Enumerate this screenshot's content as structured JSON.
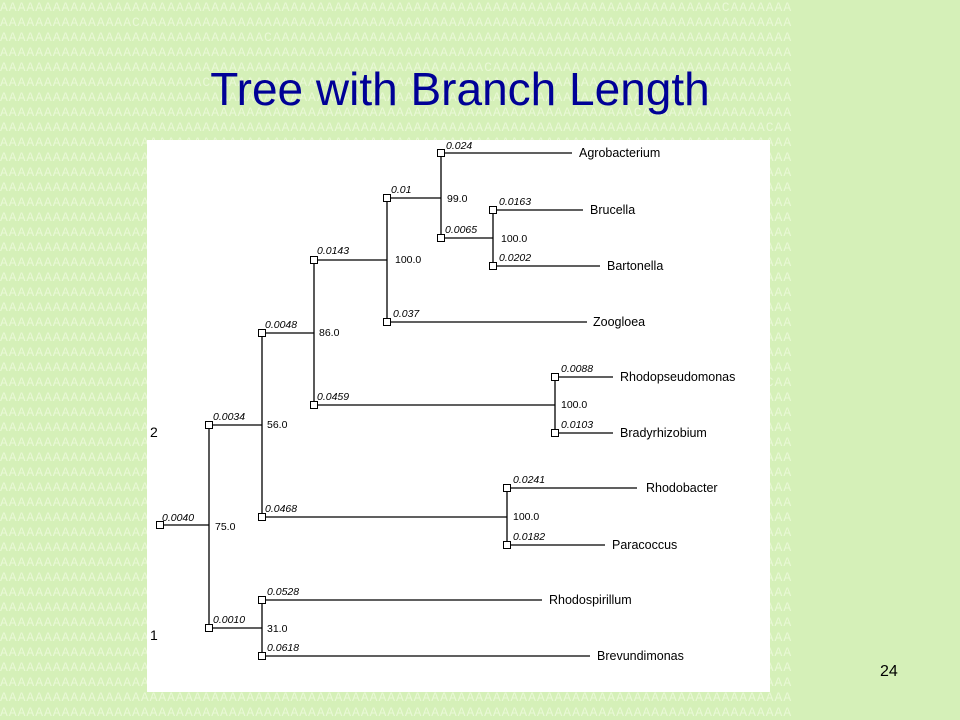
{
  "slide": {
    "title": "Tree with Branch Length",
    "page_number": "24"
  },
  "side_labels": [
    "2",
    "1"
  ],
  "tree": {
    "taxa": [
      "Agrobacterium",
      "Brucella",
      "Bartonella",
      "Zoogloea",
      "Rhodopseudomonas",
      "Bradyrhizobium",
      "Rhodobacter",
      "Paracoccus",
      "Rhodospirillum",
      "Brevundimonas"
    ],
    "branch_lengths": [
      "0.0040",
      "0.0034",
      "0.0048",
      "0.0143",
      "0.01",
      "0.024",
      "0.0065",
      "0.0163",
      "0.0202",
      "0.037",
      "0.0459",
      "0.0088",
      "0.0103",
      "0.0468",
      "0.0241",
      "0.0182",
      "0.0010",
      "0.0528",
      "0.0618"
    ],
    "bootstrap_values": [
      "99.0",
      "100.0",
      "100.0",
      "86.0",
      "100.0",
      "56.0",
      "100.0",
      "75.0",
      "31.0"
    ]
  }
}
